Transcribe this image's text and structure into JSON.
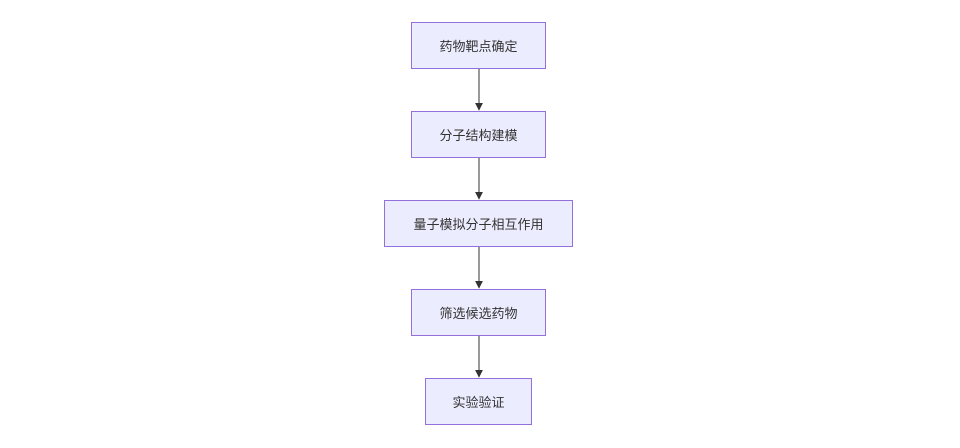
{
  "flowchart": {
    "nodes": [
      {
        "id": "n1",
        "label": "药物靶点确定"
      },
      {
        "id": "n2",
        "label": "分子结构建模"
      },
      {
        "id": "n3",
        "label": "量子模拟分子相互作用"
      },
      {
        "id": "n4",
        "label": "筛选候选药物"
      },
      {
        "id": "n5",
        "label": "实验验证"
      }
    ],
    "edges": [
      {
        "from": "n1",
        "to": "n2"
      },
      {
        "from": "n2",
        "to": "n3"
      },
      {
        "from": "n3",
        "to": "n4"
      },
      {
        "from": "n4",
        "to": "n5"
      }
    ],
    "colors": {
      "node_fill": "#ececff",
      "node_border": "#9370db",
      "edge": "#333333",
      "text": "#333333"
    }
  }
}
